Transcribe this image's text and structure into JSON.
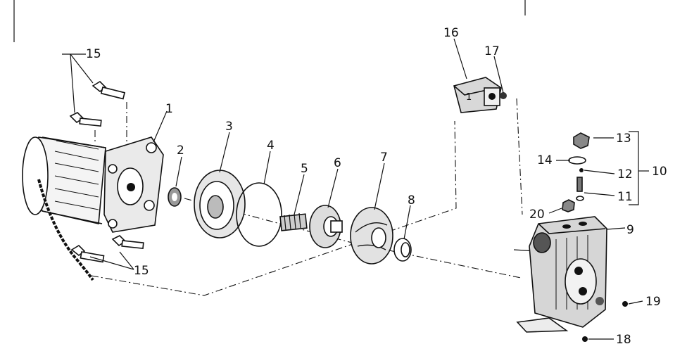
{
  "diagram": {
    "labels": [
      {
        "id": "1",
        "text": "1"
      },
      {
        "id": "2",
        "text": "2"
      },
      {
        "id": "3",
        "text": "3"
      },
      {
        "id": "4",
        "text": "4"
      },
      {
        "id": "5",
        "text": "5"
      },
      {
        "id": "6",
        "text": "6"
      },
      {
        "id": "7",
        "text": "7"
      },
      {
        "id": "8",
        "text": "8"
      },
      {
        "id": "9",
        "text": "9"
      },
      {
        "id": "10",
        "text": "10"
      },
      {
        "id": "11",
        "text": "11"
      },
      {
        "id": "12",
        "text": "12"
      },
      {
        "id": "13",
        "text": "13"
      },
      {
        "id": "14",
        "text": "14"
      },
      {
        "id": "15a",
        "text": "15"
      },
      {
        "id": "15b",
        "text": "15"
      },
      {
        "id": "16",
        "text": "16"
      },
      {
        "id": "17",
        "text": "17"
      },
      {
        "id": "18",
        "text": "18"
      },
      {
        "id": "19",
        "text": "19"
      },
      {
        "id": "20",
        "text": "20"
      },
      {
        "id": "switch",
        "text": "1"
      }
    ]
  }
}
